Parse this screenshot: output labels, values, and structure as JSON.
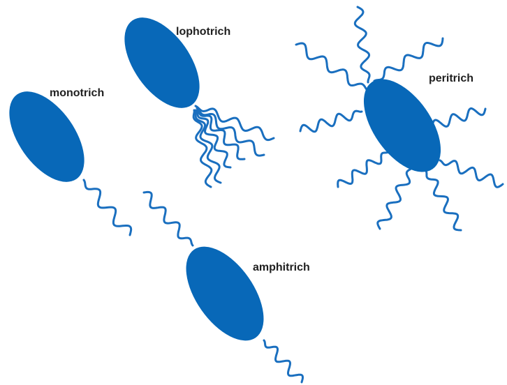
{
  "labels": {
    "monotrich": "monotrich",
    "lophotrich": "lophotrich",
    "peritrich": "peritrich",
    "amphitrich": "amphitrich"
  },
  "colors": {
    "cell": "#0868b8",
    "flagellum": "#1a6fbf",
    "label": "#1f1f1f",
    "background": "#ffffff"
  }
}
